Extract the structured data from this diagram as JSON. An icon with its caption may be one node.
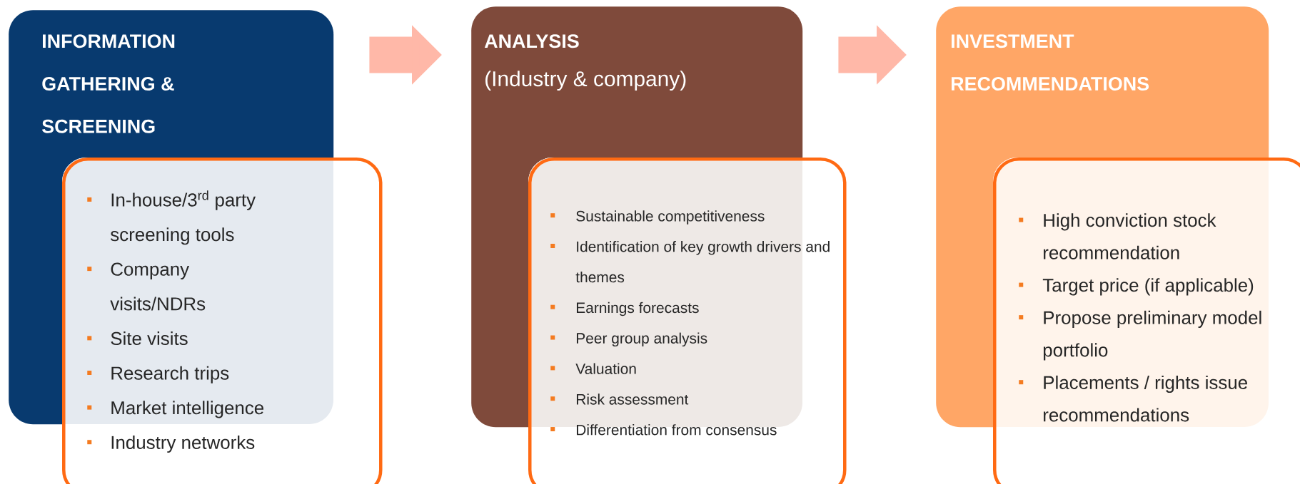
{
  "diagram": {
    "nodes": [
      {
        "text": [
          "INFORMATION GATHERING & SCREENING"
        ]
      },
      {
        "text": [
          "In-house/3$^{rd}$ party screening tools",
          "Company visits/NDRs",
          "Site visits",
          "Research trips",
          "Market intelligence",
          "Industry networks"
        ]
      },
      {
        "text": [
          "ANALYSIS",
          "(Industry & company)"
        ]
      },
      {
        "text": [
          "Sustainable competitiveness",
          "Identification of key growth drivers and themes",
          "Earnings forecasts",
          "Peer group analysis",
          "Valuation",
          "Risk assessment",
          "Differentiation from consensus"
        ]
      },
      {
        "text": [
          "INVESTMENT RECOMMENDATIONS"
        ]
      },
      {
        "text": [
          "High conviction stock recommendation",
          "Target price (if applicable)",
          "Propose preliminary model portfolio",
          "Placements / rights issue recommendations"
        ]
      }
    ],
    "edges": [
      {
        "from": 0,
        "to": 2,
        "arrow": "to"
      },
      {
        "from": 2,
        "to": 4,
        "arrow": "to"
      }
    ]
  }
}
